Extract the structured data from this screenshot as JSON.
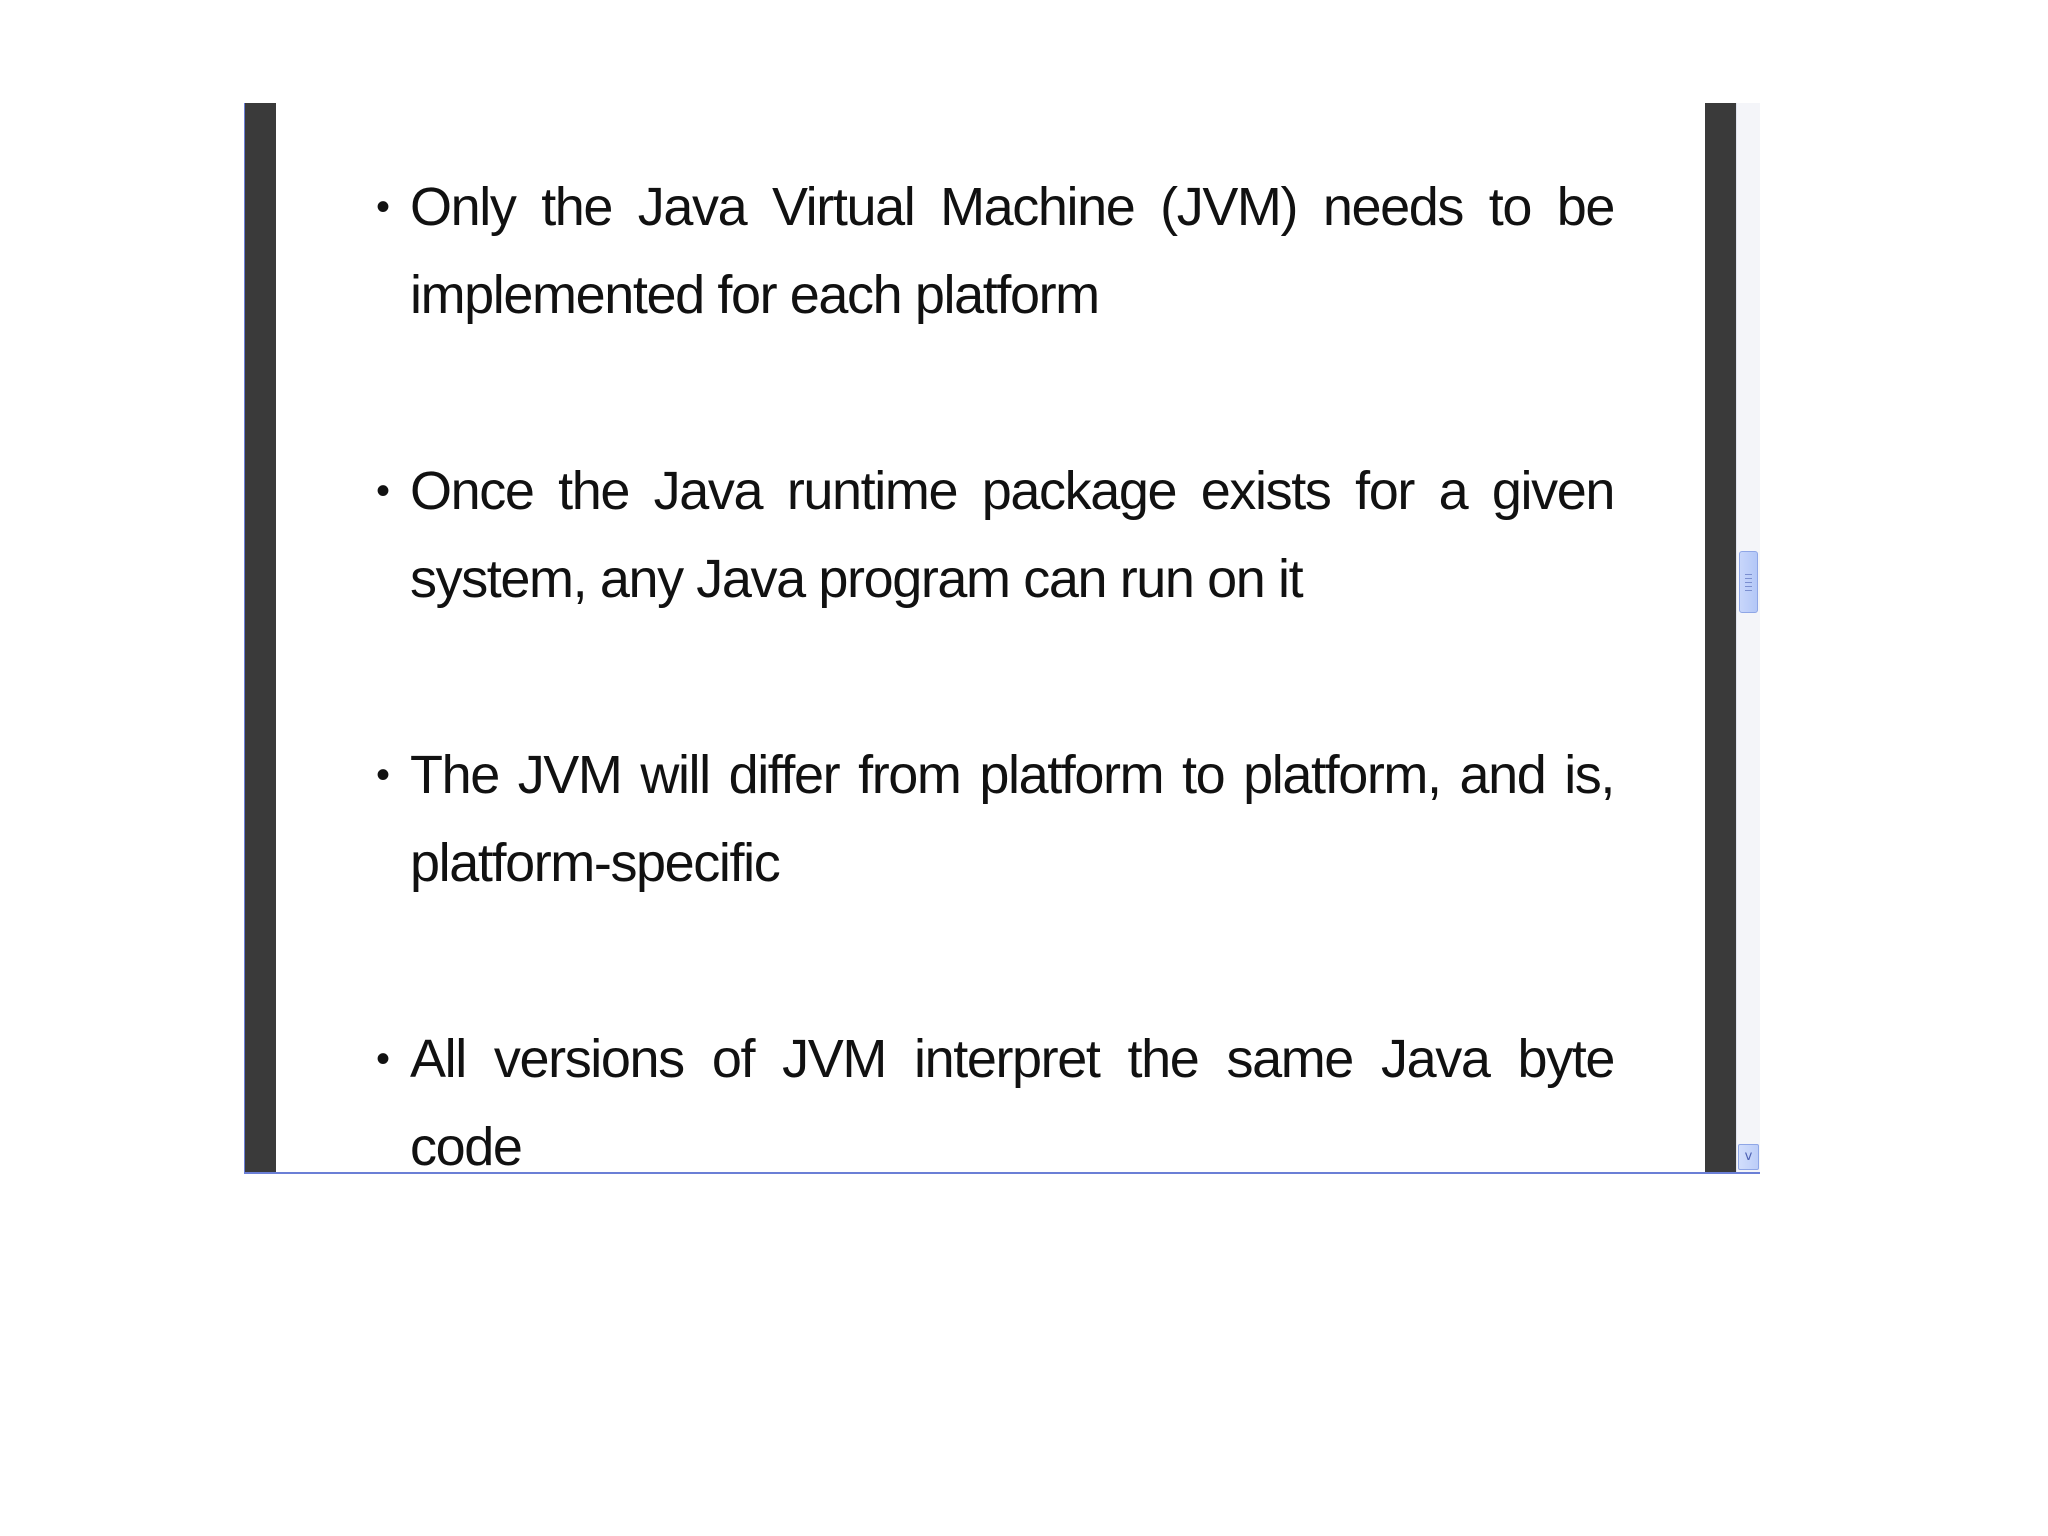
{
  "slide": {
    "bullets": [
      {
        "text": "Only the Java Virtual Machine (JVM) needs to be implemented for each platform"
      },
      {
        "text": "Once the Java runtime package exists for a given system, any Java program can run on it"
      },
      {
        "text": "The JVM will differ from platform to platform, and is, platform-specific"
      },
      {
        "text": "All versions of JVM interpret the same Java byte code"
      }
    ],
    "bullet_glyph": "•"
  },
  "scrollbar": {
    "down_glyph": "v",
    "thumb_icon": "grip-lines-icon",
    "down_icon": "chevron-down-icon"
  },
  "colors": {
    "frame": "#3a3a3a",
    "scroll_accent": "#8fa6e6",
    "text": "#111111"
  }
}
